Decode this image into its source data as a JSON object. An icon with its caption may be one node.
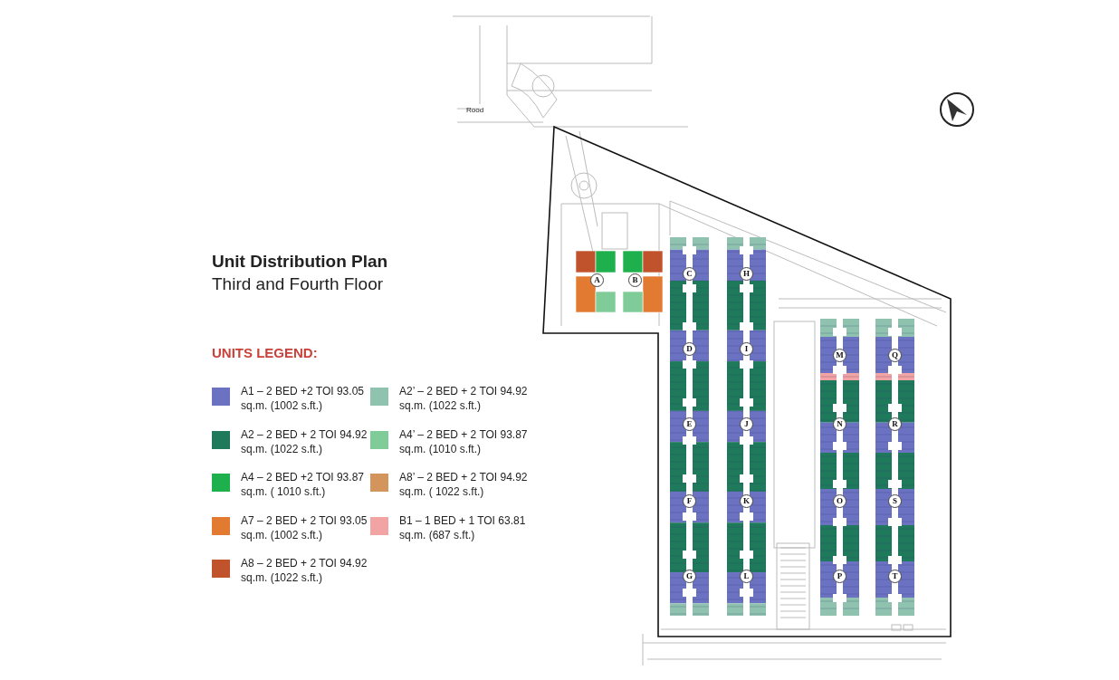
{
  "diagram": {
    "title": "Unit Distribution Plan",
    "labels": [
      "Third and Fourth Floor",
      "UNITS LEGEND:",
      "Rood",
      "A",
      "B",
      "C",
      "H",
      "D",
      "I",
      "M",
      "Q",
      "E",
      "J",
      "N",
      "R",
      "F",
      "K",
      "O",
      "S",
      "G",
      "L",
      "P",
      "T"
    ],
    "legend": [
      {
        "text": "A1 – 2 BED +2 TOI 93.05 sq.m. (1002 s.ft.)",
        "color": "#6b72c2"
      },
      {
        "text": "A2 – 2 BED + 2 TOI 94.92 sq.m. (1022 s.ft.)",
        "color": "#1f7a5c"
      },
      {
        "text": "A4 – 2 BED +2 TOI 93.87 sq.m. ( 1010 s.ft.)",
        "color": "#1db04c"
      },
      {
        "text": "A7 – 2 BED + 2 TOI 93.05 sq.m. (1002 s.ft.)",
        "color": "#e27a32"
      },
      {
        "text": "A8 – 2 BED + 2 TOI 94.92 sq.m. (1022 s.ft.)",
        "color": "#c0532c"
      },
      {
        "text": "A2’ – 2 BED + 2 TOI 94.92 sq.m. (1022 s.ft.)",
        "color": "#8fc3b0"
      },
      {
        "text": "A4’ – 2 BED + 2 TOI 93.87 sq.m. (1010 s.ft.)",
        "color": "#7fcc98"
      },
      {
        "text": "A8’ – 2 BED + 2 TOI 94.92 sq.m. ( 1022 s.ft.)",
        "color": "#d4955c"
      },
      {
        "text": "B1 – 1 BED + 1 TOI 63.81 sq.m. (687 s.ft.)",
        "color": "#f2a3a3"
      }
    ]
  }
}
